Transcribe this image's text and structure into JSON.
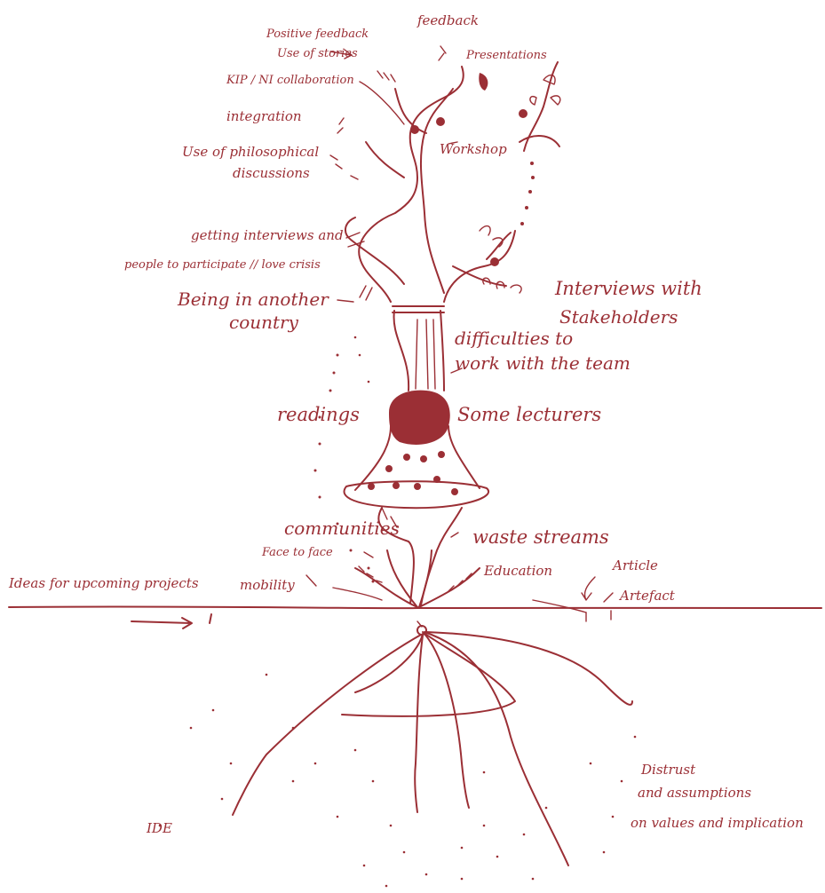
{
  "colors": {
    "ink": "#9b2f35",
    "background": "#ffffff"
  },
  "labels": {
    "feedback": "feedback",
    "positive_feedback": "Positive feedback",
    "use_of_stories": "Use of stories",
    "presentations": "Presentations",
    "kip_ni": "KIP / NI collaboration",
    "integration": "integration",
    "philosophical_1": "Use of philosophical",
    "philosophical_2": "discussions",
    "workshop": "Workshop",
    "interviews_people_1": "getting interviews and",
    "interviews_people_2": "people to participate // love crisis",
    "another_country_1": "Being in another",
    "another_country_2": "country",
    "stakeholders_1": "Interviews with",
    "stakeholders_2": "Stakeholders",
    "difficulties_1": "difficulties to",
    "difficulties_2": "work with the team",
    "readings": "readings",
    "lecturers": "Some lecturers",
    "communities": "communities",
    "waste_streams": "waste streams",
    "face_to_face": "Face to face",
    "ideas": "Ideas for upcoming projects",
    "mobility": "mobility",
    "education": "Education",
    "article": "Article",
    "artefact": "Artefact",
    "distrust_1": "Distrust",
    "distrust_2": "and assumptions",
    "distrust_3": "on values and implication",
    "ide": "IDE"
  }
}
